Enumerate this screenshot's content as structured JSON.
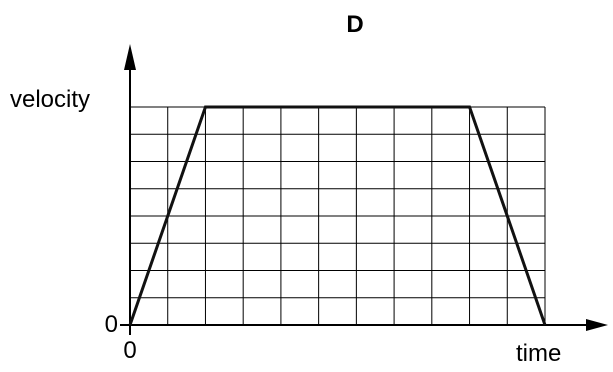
{
  "chart_data": {
    "type": "line",
    "title": "D",
    "xlabel": "time",
    "ylabel": "velocity",
    "x_tick_labels": [
      "0"
    ],
    "y_tick_labels": [
      "0"
    ],
    "grid": true,
    "grid_columns": 11,
    "grid_rows": 8,
    "xlim": [
      0,
      11
    ],
    "ylim": [
      0,
      8
    ],
    "series": [
      {
        "x": [
          0,
          2,
          9,
          11
        ],
        "values": [
          0,
          8,
          8,
          0
        ]
      }
    ],
    "colors": {
      "line": "#111111",
      "grid": "#000000",
      "axis": "#000000",
      "background": "#ffffff"
    }
  }
}
